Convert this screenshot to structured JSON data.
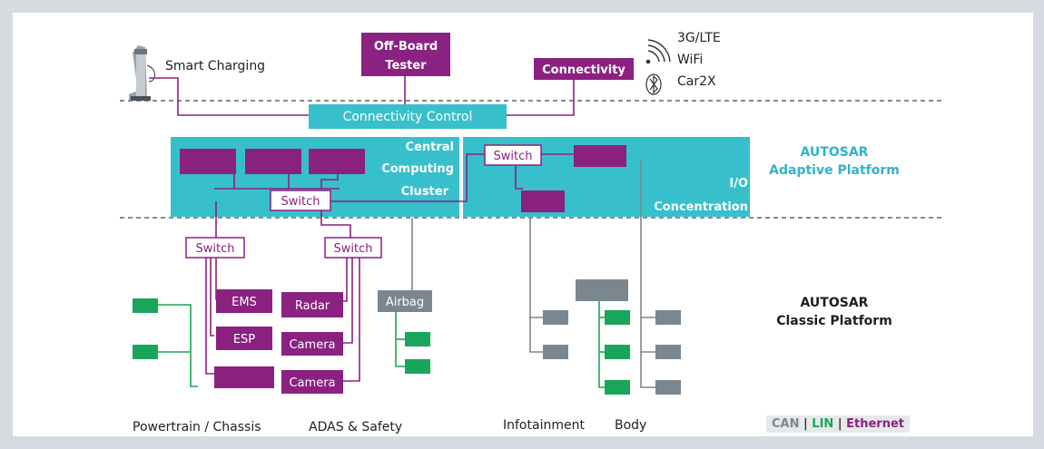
{
  "diagram": {
    "external": {
      "smart_charging": "Smart Charging",
      "off_board_tester_line1": "Off-Board",
      "off_board_tester_line2": "Tester",
      "connectivity": "Connectivity",
      "wireless": [
        "3G/LTE",
        "WiFi",
        "Car2X"
      ]
    },
    "connectivity_control": "Connectivity Control",
    "central_computing": {
      "line1": "Central",
      "line2": "Computing",
      "line3": "Cluster"
    },
    "io_concentration": {
      "line1": "I/O",
      "line2": "Concentration"
    },
    "switch_label": "Switch",
    "ecus": {
      "ems": "EMS",
      "radar": "Radar",
      "esp": "ESP",
      "camera1": "Camera",
      "camera2": "Camera",
      "airbag": "Airbag"
    },
    "platforms": {
      "adaptive": {
        "line1": "AUTOSAR",
        "line2": "Adaptive Platform"
      },
      "classic": {
        "line1": "AUTOSAR",
        "line2": "Classic Platform"
      }
    },
    "domains": [
      "Powertrain / Chassis",
      "ADAS & Safety",
      "Infotainment",
      "Body"
    ],
    "legend": {
      "can": "CAN",
      "sep": "|",
      "lin": "LIN",
      "ethernet": "Ethernet"
    },
    "colors": {
      "ethernet": "#8b2181",
      "lin": "#1aa65a",
      "can": "#7b8790",
      "adaptive": "#38bfcc",
      "adaptive_text": "#2fb4c8"
    }
  }
}
